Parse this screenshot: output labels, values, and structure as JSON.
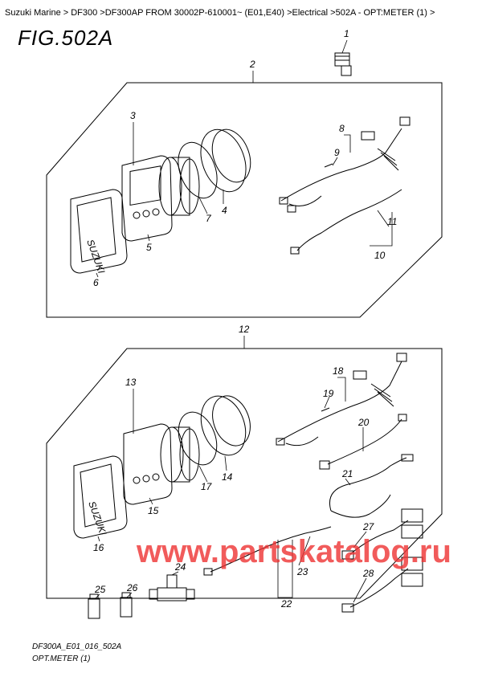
{
  "breadcrumb": "Suzuki Marine > DF300 >DF300AP FROM 30002P-610001~ (E01,E40) >Electrical >502A - OPT:METER (1) >",
  "figure_title": "FIG.502A",
  "watermark": "www.partskatalog.ru",
  "footer_code": "DF300A_E01_016_502A",
  "footer_caption": "OPT.METER (1)",
  "gauge_logo_text": "SUZUKI",
  "callouts": [
    "1",
    "2",
    "3",
    "4",
    "5",
    "6",
    "7",
    "8",
    "9",
    "10",
    "11",
    "12",
    "13",
    "14",
    "15",
    "16",
    "17",
    "18",
    "19",
    "20",
    "21",
    "22",
    "23",
    "24",
    "25",
    "26",
    "27",
    "28"
  ]
}
